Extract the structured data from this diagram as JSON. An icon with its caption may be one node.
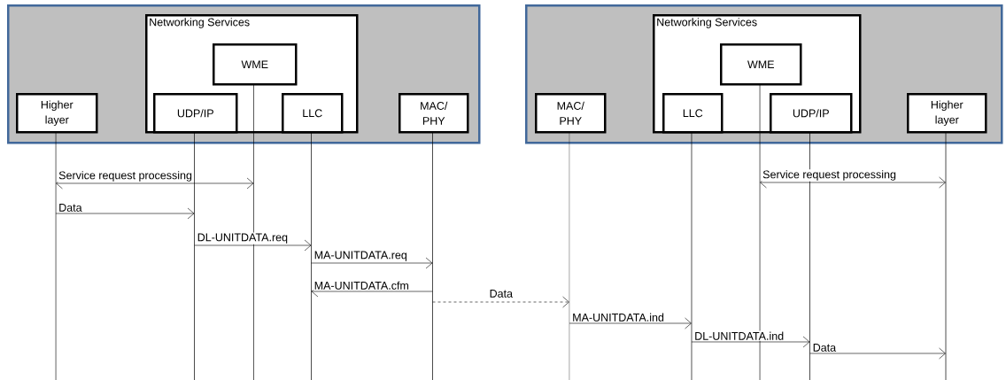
{
  "diagram": {
    "nodes": [
      {
        "text": [],
        "shape": "box"
      },
      {
        "text": [
          "Networking Services"
        ],
        "in": 0
      },
      {
        "text": [
          "WME"
        ],
        "in": 1
      },
      {
        "text": [
          "Higher layer"
        ],
        "in": 0
      },
      {
        "text": [
          "UDP/IP"
        ],
        "in": 1
      },
      {
        "text": [
          "LLC"
        ],
        "in": 1
      },
      {
        "text": [
          "MAC/ PHY"
        ],
        "in": 0
      },
      {
        "text": [],
        "shape": "box"
      },
      {
        "text": [
          "Networking Services"
        ],
        "in": 7
      },
      {
        "text": [
          "WME"
        ],
        "in": 8
      },
      {
        "text": [
          "MAC/ PHY"
        ],
        "in": 7
      },
      {
        "text": [
          "LLC"
        ],
        "in": 8
      },
      {
        "text": [
          "UDP/IP"
        ],
        "in": 8
      },
      {
        "text": [
          "Higher layer"
        ],
        "in": 7
      },
      {
        "text": [],
        "shape": "line"
      },
      {
        "text": [],
        "shape": "line"
      },
      {
        "text": [],
        "shape": "line"
      },
      {
        "text": [],
        "shape": "line"
      },
      {
        "text": [],
        "shape": "line"
      },
      {
        "text": [],
        "shape": "line"
      },
      {
        "text": [],
        "shape": "line"
      },
      {
        "text": [],
        "shape": "line"
      },
      {
        "text": [],
        "shape": "line"
      },
      {
        "text": [],
        "shape": "line"
      }
    ],
    "edges": [
      {
        "from": 14,
        "to": 16,
        "arrow": "both",
        "label": "Service request processing"
      },
      {
        "from": 21,
        "to": 23,
        "arrow": "both",
        "label": "Service request processing"
      },
      {
        "from": 14,
        "to": 15,
        "arrow": "to",
        "label": "Data"
      },
      {
        "from": 15,
        "to": 17,
        "arrow": "to",
        "label": "DL-UNITDATA.req"
      },
      {
        "from": 17,
        "to": 18,
        "arrow": "to",
        "label": "MA-UNITDATA.req"
      },
      {
        "from": 18,
        "to": 17,
        "arrow": "to",
        "label": "MA-UNITDATA.cfm"
      },
      {
        "from": 18,
        "to": 19,
        "arrow": "to",
        "label": "Data",
        "style": "dashed"
      },
      {
        "from": 19,
        "to": 20,
        "arrow": "to",
        "label": "MA-UNITDATA.ind"
      },
      {
        "from": 20,
        "to": 22,
        "arrow": "to",
        "label": "DL-UNITDATA.ind"
      },
      {
        "from": 22,
        "to": 23,
        "arrow": "to",
        "label": "Data"
      }
    ]
  }
}
